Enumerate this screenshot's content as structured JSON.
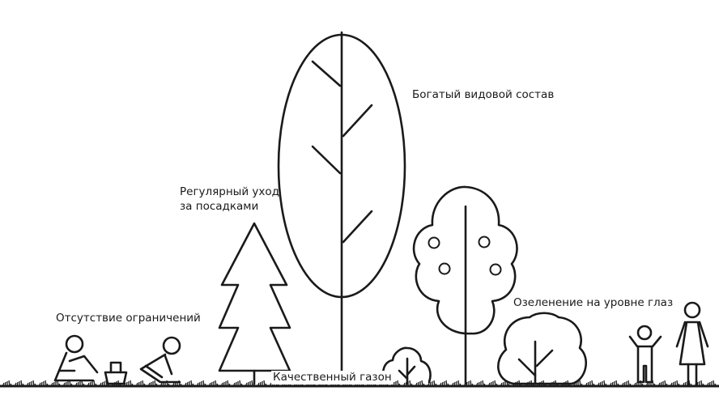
{
  "labels": {
    "species": "Богатый видовой состав",
    "care_line1": "Регулярный уход",
    "care_line2": "за посадками",
    "no_limits": "Отсутствие ограничений",
    "eye_level": "Озеленение на уровне глаз",
    "lawn": "Качественный газон"
  },
  "colors": {
    "ink": "#1a1a1a",
    "background": "#ffffff"
  },
  "icons": [
    "sitting-person-icon",
    "picnic-basket-icon",
    "reclining-person-icon",
    "fir-tree-icon",
    "tall-poplar-icon",
    "small-bush-icon",
    "fruit-tree-icon",
    "round-shrub-icon",
    "child-icon",
    "woman-icon",
    "grass-icon"
  ]
}
